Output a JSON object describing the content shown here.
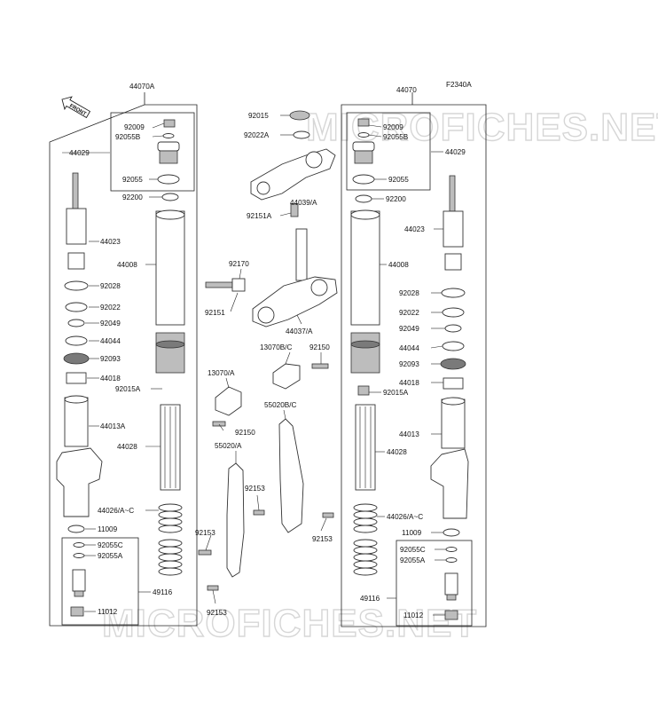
{
  "diagram_code": "F2340A",
  "front_arrow_label": "FRONT",
  "watermark_text": "MICROFICHES.NET",
  "left_assembly": {
    "title": "44070A",
    "labels": [
      "92009",
      "92055B",
      "44029",
      "92055",
      "92200",
      "44023",
      "44008",
      "92028",
      "92022",
      "92049",
      "44044",
      "92093",
      "44018",
      "92015A",
      "44013A",
      "44028",
      "44026/A~C",
      "11009",
      "92055C",
      "92055A",
      "49116",
      "11012"
    ]
  },
  "center_assembly": {
    "labels": [
      "92015",
      "92022A",
      "44039/A",
      "92151A",
      "92170",
      "92151",
      "44037/A",
      "13070B/C",
      "92150",
      "13070/A",
      "92150",
      "55020B/C",
      "55020/A",
      "92153",
      "92153",
      "92153",
      "92153"
    ]
  },
  "right_assembly": {
    "title": "44070",
    "labels": [
      "92009",
      "92055B",
      "44029",
      "92055",
      "92200",
      "44023",
      "44008",
      "92028",
      "92022",
      "92049",
      "44044",
      "92093",
      "44018",
      "92015A",
      "44013",
      "44028",
      "44026/A~C",
      "11009",
      "92055C",
      "92055A",
      "49116",
      "11012"
    ]
  }
}
